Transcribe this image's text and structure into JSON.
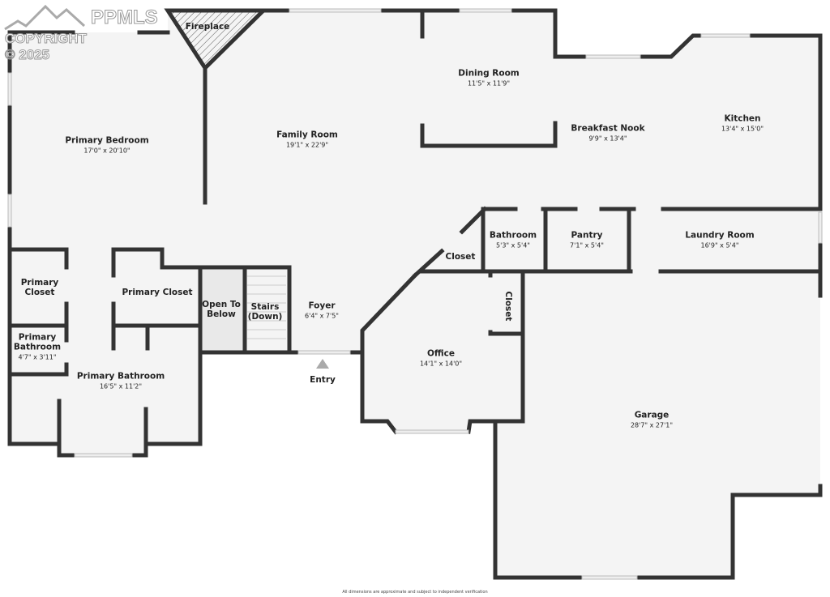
{
  "watermark": {
    "brand": "PPMLS",
    "copyright": "COPYRIGHT © 2025"
  },
  "rooms": [
    {
      "name": "Fireplace",
      "dims": ""
    },
    {
      "name": "Primary Bedroom",
      "dims": "17'0\" x 20'10\""
    },
    {
      "name": "Family Room",
      "dims": "19'1\" x 22'9\""
    },
    {
      "name": "Dining Room",
      "dims": "11'5\" x 11'9\""
    },
    {
      "name": "Breakfast Nook",
      "dims": "9'9\" x 13'4\""
    },
    {
      "name": "Kitchen",
      "dims": "13'4\" x 15'0\""
    },
    {
      "name": "Closet",
      "dims": ""
    },
    {
      "name": "Bathroom",
      "dims": "5'3\" x 5'4\""
    },
    {
      "name": "Pantry",
      "dims": "7'1\" x 5'4\""
    },
    {
      "name": "Laundry Room",
      "dims": "16'9\" x 5'4\""
    },
    {
      "name": "Primary Closet",
      "dims": ""
    },
    {
      "name": "Primary Closet",
      "dims": ""
    },
    {
      "name": "Open To Below",
      "dims": ""
    },
    {
      "name": "Stairs (Down)",
      "dims": ""
    },
    {
      "name": "Foyer",
      "dims": "6'4\" x 7'5\""
    },
    {
      "name": "Primary Bathroom",
      "dims": "4'7\" x 3'11\""
    },
    {
      "name": "Primary Bathroom",
      "dims": "16'5\" x 11'2\""
    },
    {
      "name": "Closet",
      "dims": ""
    },
    {
      "name": "Office",
      "dims": "14'1\" x 14'0\""
    },
    {
      "name": "Garage",
      "dims": "28'7\" x 27'1\""
    }
  ],
  "entry_label": "Entry",
  "footer": "All dimensions are approximate and subject to independent verification",
  "colors": {
    "wall": "#333333",
    "floor": "#f4f4f4",
    "window": "#cccccc"
  }
}
